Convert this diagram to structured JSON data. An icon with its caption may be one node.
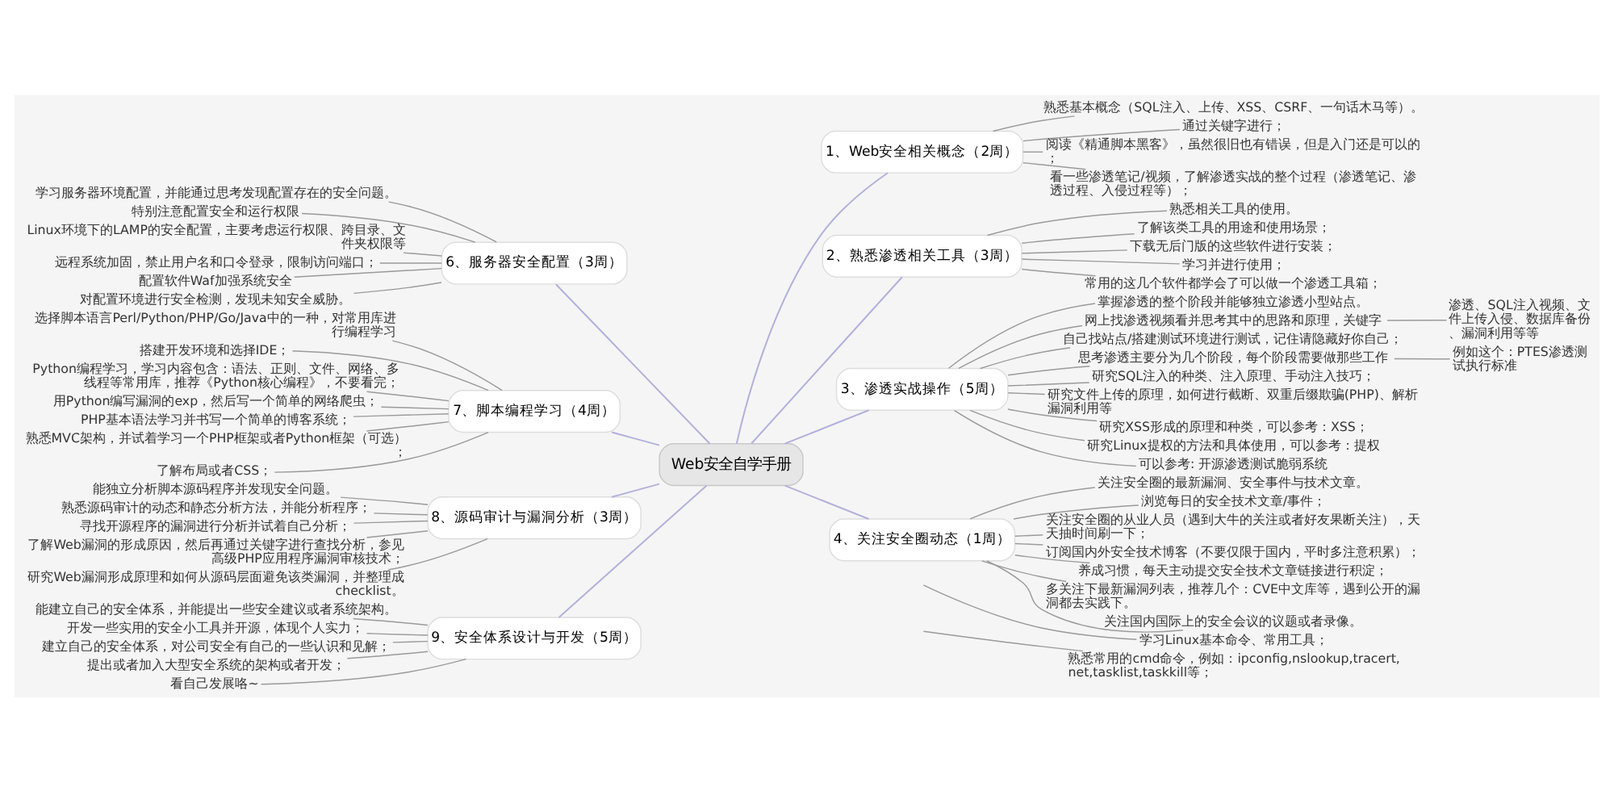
{
  "diagram": {
    "nodes": [
      {
        "text": [
          "Web安全自学手册"
        ]
      },
      {
        "text": [
          "1、Web安全相关概念（2周）"
        ]
      },
      {
        "text": [
          "熟悉基本概念（SQL注入、上传、XSS、CSRF、一句话木马等）。"
        ]
      },
      {
        "text": [
          "通过关键字进行；"
        ]
      },
      {
        "text": [
          "阅读《精通脚本黑客》，虽然很旧也有错误，但是入门还是可以的；"
        ]
      },
      {
        "text": [
          "看一些渗透笔记/视频，了解渗透实战的整个过程（渗透笔记、渗透过程、入侵过程等）；"
        ]
      },
      {
        "text": [
          "2、熟悉渗透相关工具（3周）"
        ]
      },
      {
        "text": [
          "熟悉相关工具的使用。"
        ]
      },
      {
        "text": [
          "了解该类工具的用途和使用场景；"
        ]
      },
      {
        "text": [
          "下载无后门版的这些软件进行安装；"
        ]
      },
      {
        "text": [
          "学习并进行使用；"
        ]
      },
      {
        "text": [
          "常用的这几个软件都学会了可以做一个渗透工具箱；"
        ]
      },
      {
        "text": [
          "3、渗透实战操作（5周）"
        ]
      },
      {
        "text": [
          "掌握渗透的整个阶段并能够独立渗透小型站点。"
        ]
      },
      {
        "text": [
          "网上找渗透视频看并思考其中的思路和原理，关键字"
        ]
      },
      {
        "text": [
          "自己找站点/搭建测试环境进行测试，记住请隐藏好你自己；"
        ]
      },
      {
        "text": [
          "思考渗透主要分为几个阶段，每个阶段需要做那些工作"
        ]
      },
      {
        "text": [
          "研究SQL注入的种类、注入原理、手动注入技巧；"
        ]
      },
      {
        "text": [
          "研究文件上传的原理，如何进行截断、双重后缀欺骗(PHP)、解析漏洞利用等"
        ]
      },
      {
        "text": [
          "研究XSS形成的原理和种类，可以参考：XSS；"
        ]
      },
      {
        "text": [
          "研究Linux提权的方法和具体使用，可以参考：提权"
        ]
      },
      {
        "text": [
          "可以参考: 开源渗透测试脆弱系统"
        ]
      },
      {
        "text": [
          "渗透、SQL注入视频、文件上传入侵、数据库备份、漏洞利用等等"
        ]
      },
      {
        "text": [
          "例如这个：PTES渗透测试执行标准"
        ]
      },
      {
        "text": [
          "4、关注安全圈动态（1周）"
        ]
      },
      {
        "text": [
          "关注安全圈的最新漏洞、安全事件与技术文章。"
        ]
      },
      {
        "text": [
          "浏览每日的安全技术文章/事件；"
        ]
      },
      {
        "text": [
          "关注安全圈的从业人员（遇到大牛的关注或者好友果断关注），天天抽时间刷一下；"
        ]
      },
      {
        "text": [
          "订阅国内外安全技术博客（不要仅限于国内，平时多注意积累）；"
        ]
      },
      {
        "text": [
          "养成习惯，每天主动提交安全技术文章链接进行积淀；"
        ]
      },
      {
        "text": [
          "多关注下最新漏洞列表，推荐几个：CVE中文库等，遇到公开的漏洞都去实践下。"
        ]
      },
      {
        "text": [
          "关注国内国际上的安全会议的议题或者录像。"
        ]
      },
      {
        "text": [
          "学习Linux基本命令、常用工具；"
        ]
      },
      {
        "text": [
          "熟悉常用的cmd命令，例如：ipconfig,nslookup,tracert,net,tasklist,taskkill等；"
        ]
      },
      {
        "text": [
          "6、服务器安全配置（3周）"
        ]
      },
      {
        "text": [
          "学习服务器环境配置，并能通过思考发现配置存在的安全问题。"
        ]
      },
      {
        "text": [
          "特别注意配置安全和运行权限"
        ]
      },
      {
        "text": [
          "Linux环境下的LAMP的安全配置，主要考虑运行权限、跨目录、文件夹权限等"
        ]
      },
      {
        "text": [
          "远程系统加固，禁止用户名和口令登录，限制访问端口；"
        ]
      },
      {
        "text": [
          "配置软件Waf加强系统安全"
        ]
      },
      {
        "text": [
          "对配置环境进行安全检测，发现未知安全威胁。"
        ]
      },
      {
        "text": [
          "7、脚本编程学习（4周）"
        ]
      },
      {
        "text": [
          "选择脚本语言Perl/Python/PHP/Go/Java中的一种，对常用库进行编程学习"
        ]
      },
      {
        "text": [
          "搭建开发环境和选择IDE；"
        ]
      },
      {
        "text": [
          "Python编程学习，学习内容包含：语法、正则、文件、网络、多线程等常用库，推荐《Python核心编程》，不要看完；"
        ]
      },
      {
        "text": [
          "用Python编写漏洞的exp，然后写一个简单的网络爬虫；"
        ]
      },
      {
        "text": [
          "PHP基本语法学习并书写一个简单的博客系统；"
        ]
      },
      {
        "text": [
          "熟悉MVC架构，并试着学习一个PHP框架或者Python框架（可选）；"
        ]
      },
      {
        "text": [
          "了解布局或者CSS；"
        ]
      },
      {
        "text": [
          "8、源码审计与漏洞分析（3周）"
        ]
      },
      {
        "text": [
          "能独立分析脚本源码程序并发现安全问题。"
        ]
      },
      {
        "text": [
          "熟悉源码审计的动态和静态分析方法，并能分析程序；"
        ]
      },
      {
        "text": [
          "寻找开源程序的漏洞进行分析并试着自己分析；"
        ]
      },
      {
        "text": [
          "了解Web漏洞的形成原因，然后再通过关键字进行查找分析，参见高级PHP应用程序漏洞审核技术；"
        ]
      },
      {
        "text": [
          "研究Web漏洞形成原理和如何从源码层面避免该类漏洞，并整理成checklist。"
        ]
      },
      {
        "text": [
          "9、安全体系设计与开发（5周）"
        ]
      },
      {
        "text": [
          "能建立自己的安全体系，并能提出一些安全建议或者系统架构。"
        ]
      },
      {
        "text": [
          "开发一些实用的安全小工具并开源，体现个人实力；"
        ]
      },
      {
        "text": [
          "建立自己的安全体系，对公司安全有自己的一些认识和见解；"
        ]
      },
      {
        "text": [
          "提出或者加入大型安全系统的架构或者开发；"
        ]
      },
      {
        "text": [
          "看自己发展咯~"
        ]
      }
    ],
    "edges": [
      {
        "from": 0,
        "to": 1,
        "arrow": "none",
        "color": "#b4b0dc"
      },
      {
        "from": 1,
        "to": 2,
        "arrow": "none"
      },
      {
        "from": 1,
        "to": 3,
        "arrow": "none"
      },
      {
        "from": 1,
        "to": 4,
        "arrow": "none"
      },
      {
        "from": 1,
        "to": 5,
        "arrow": "none"
      },
      {
        "from": 0,
        "to": 6,
        "arrow": "none",
        "color": "#b4b0dc"
      },
      {
        "from": 6,
        "to": 7,
        "arrow": "none"
      },
      {
        "from": 6,
        "to": 8,
        "arrow": "none"
      },
      {
        "from": 6,
        "to": 9,
        "arrow": "none"
      },
      {
        "from": 6,
        "to": 10,
        "arrow": "none"
      },
      {
        "from": 6,
        "to": 11,
        "arrow": "none"
      },
      {
        "from": 0,
        "to": 12,
        "arrow": "none",
        "color": "#b4b0dc"
      },
      {
        "from": 12,
        "to": 13,
        "arrow": "none"
      },
      {
        "from": 12,
        "to": 14,
        "arrow": "none"
      },
      {
        "from": 12,
        "to": 15,
        "arrow": "none"
      },
      {
        "from": 12,
        "to": 16,
        "arrow": "none"
      },
      {
        "from": 12,
        "to": 17,
        "arrow": "none"
      },
      {
        "from": 12,
        "to": 18,
        "arrow": "none"
      },
      {
        "from": 12,
        "to": 19,
        "arrow": "none"
      },
      {
        "from": 12,
        "to": 20,
        "arrow": "none"
      },
      {
        "from": 12,
        "to": 21,
        "arrow": "none"
      },
      {
        "from": 14,
        "to": 22,
        "arrow": "none"
      },
      {
        "from": 16,
        "to": 23,
        "arrow": "none"
      },
      {
        "from": 0,
        "to": 24,
        "arrow": "none",
        "color": "#b4b0dc"
      },
      {
        "from": 24,
        "to": 25,
        "arrow": "none"
      },
      {
        "from": 24,
        "to": 26,
        "arrow": "none"
      },
      {
        "from": 24,
        "to": 27,
        "arrow": "none"
      },
      {
        "from": 24,
        "to": 28,
        "arrow": "none"
      },
      {
        "from": 24,
        "to": 29,
        "arrow": "none"
      },
      {
        "from": 24,
        "to": 30,
        "arrow": "none"
      },
      {
        "from": 24,
        "to": 31,
        "arrow": "none"
      },
      {
        "from": null,
        "to": 32,
        "arrow": "none"
      },
      {
        "from": null,
        "to": 33,
        "arrow": "none"
      },
      {
        "from": 0,
        "to": 34,
        "arrow": "none",
        "color": "#b4b0dc"
      },
      {
        "from": 34,
        "to": 35,
        "arrow": "none"
      },
      {
        "from": 34,
        "to": 36,
        "arrow": "none"
      },
      {
        "from": 34,
        "to": 37,
        "arrow": "none"
      },
      {
        "from": 34,
        "to": 38,
        "arrow": "none"
      },
      {
        "from": 34,
        "to": 39,
        "arrow": "none"
      },
      {
        "from": 34,
        "to": 40,
        "arrow": "none"
      },
      {
        "from": 0,
        "to": 41,
        "arrow": "none",
        "color": "#b4b0dc"
      },
      {
        "from": 41,
        "to": 42,
        "arrow": "none"
      },
      {
        "from": 41,
        "to": 43,
        "arrow": "none"
      },
      {
        "from": 41,
        "to": 44,
        "arrow": "none"
      },
      {
        "from": 41,
        "to": 45,
        "arrow": "none"
      },
      {
        "from": 41,
        "to": 46,
        "arrow": "none"
      },
      {
        "from": 41,
        "to": 47,
        "arrow": "none"
      },
      {
        "from": 41,
        "to": 48,
        "arrow": "none"
      },
      {
        "from": 0,
        "to": 49,
        "arrow": "none",
        "color": "#b4b0dc"
      },
      {
        "from": 49,
        "to": 50,
        "arrow": "none"
      },
      {
        "from": 49,
        "to": 51,
        "arrow": "none"
      },
      {
        "from": 49,
        "to": 52,
        "arrow": "none"
      },
      {
        "from": 49,
        "to": 53,
        "arrow": "none"
      },
      {
        "from": 49,
        "to": 54,
        "arrow": "none"
      },
      {
        "from": 0,
        "to": 55,
        "arrow": "none",
        "color": "#b4b0dc"
      },
      {
        "from": 55,
        "to": 56,
        "arrow": "none"
      },
      {
        "from": 55,
        "to": 57,
        "arrow": "none"
      },
      {
        "from": 55,
        "to": 58,
        "arrow": "none"
      },
      {
        "from": 55,
        "to": 59,
        "arrow": "none"
      },
      {
        "from": 55,
        "to": 60,
        "arrow": "none"
      }
    ]
  }
}
